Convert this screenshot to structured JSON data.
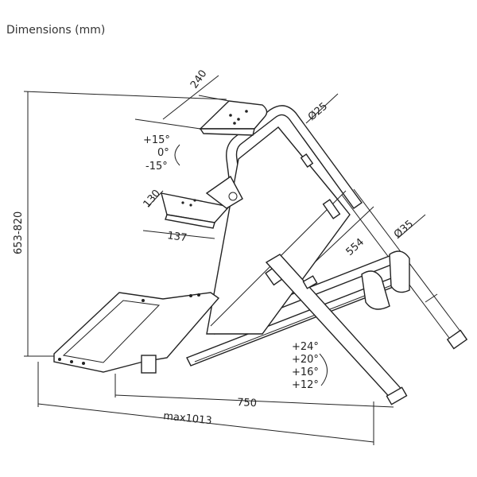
{
  "title": "Dimensions (mm)",
  "dimensions": {
    "height": "653-820",
    "wheel_plate_width": "240",
    "tube_top": "Ø25",
    "wheel_tilt": [
      "+15°",
      "0°",
      "-15°"
    ],
    "shifter_width": "130",
    "shifter_depth": "137",
    "seat_length": "554",
    "tube_main": "Ø35",
    "seat_angles": [
      "+24°",
      "+20°",
      "+16°",
      "+12°"
    ],
    "base_length": "750",
    "max_length": "max1013"
  }
}
